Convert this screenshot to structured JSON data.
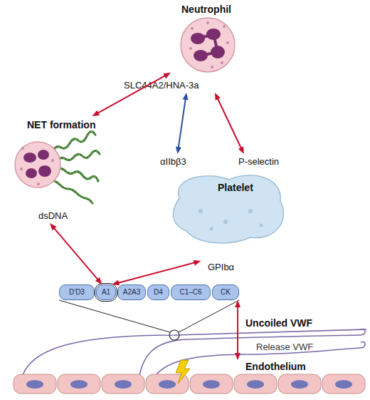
{
  "diagram": {
    "nodes": [
      {
        "text": [
          "Neutrophil",
          "SLC44A2/HNA-3a"
        ]
      },
      {
        "text": [
          "NET formation",
          "dsDNA"
        ]
      },
      {
        "text": [
          "αIIbβ3",
          "P-selectin",
          "Platelet",
          "GPIbα"
        ]
      },
      {
        "text": [
          "D′D3"
        ]
      },
      {
        "text": [
          "A1"
        ]
      },
      {
        "text": [
          "A2A3"
        ]
      },
      {
        "text": [
          "D4"
        ]
      },
      {
        "text": [
          "C1–C6"
        ]
      },
      {
        "text": [
          "CK"
        ]
      },
      {
        "text": [
          "Endothelium"
        ]
      }
    ],
    "edges": [
      {
        "from": 0,
        "to": 1,
        "arrow": "both"
      },
      {
        "from": 0,
        "to": 2,
        "arrow": "both"
      },
      {
        "from": 0,
        "to": 2,
        "arrow": "both"
      },
      {
        "from": 1,
        "to": 4,
        "arrow": "both"
      },
      {
        "from": 4,
        "to": 2,
        "arrow": "both"
      },
      {
        "from": 8,
        "to": 9,
        "arrow": "both"
      }
    ],
    "labels": [
      "Uncoiled VWF",
      "Release VWF"
    ]
  }
}
